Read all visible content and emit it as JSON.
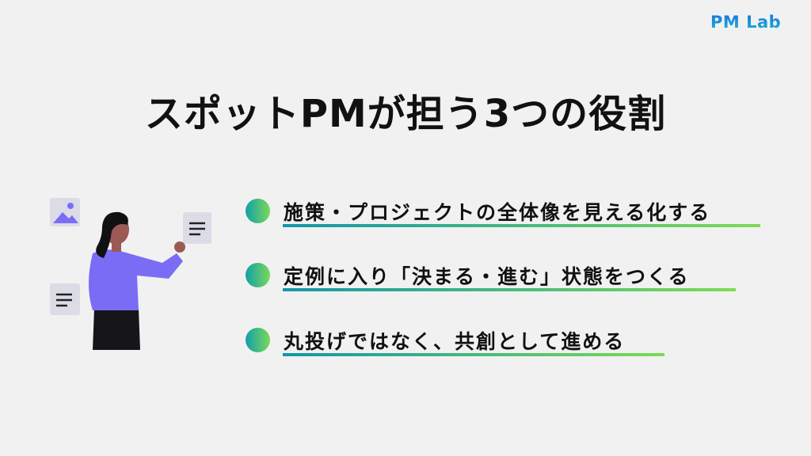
{
  "logo": "PM Lab",
  "title": "スポットPMが担う3つの役割",
  "items": [
    {
      "label": "施策・プロジェクトの全体像を見える化する"
    },
    {
      "label": "定例に入り「決まる・進む」状態をつくる"
    },
    {
      "label": "丸投げではなく、共創として進める"
    }
  ],
  "colors": {
    "gradient_start": "#1396a8",
    "gradient_end": "#7ddb55",
    "figure_shirt": "#7b6cf6"
  }
}
